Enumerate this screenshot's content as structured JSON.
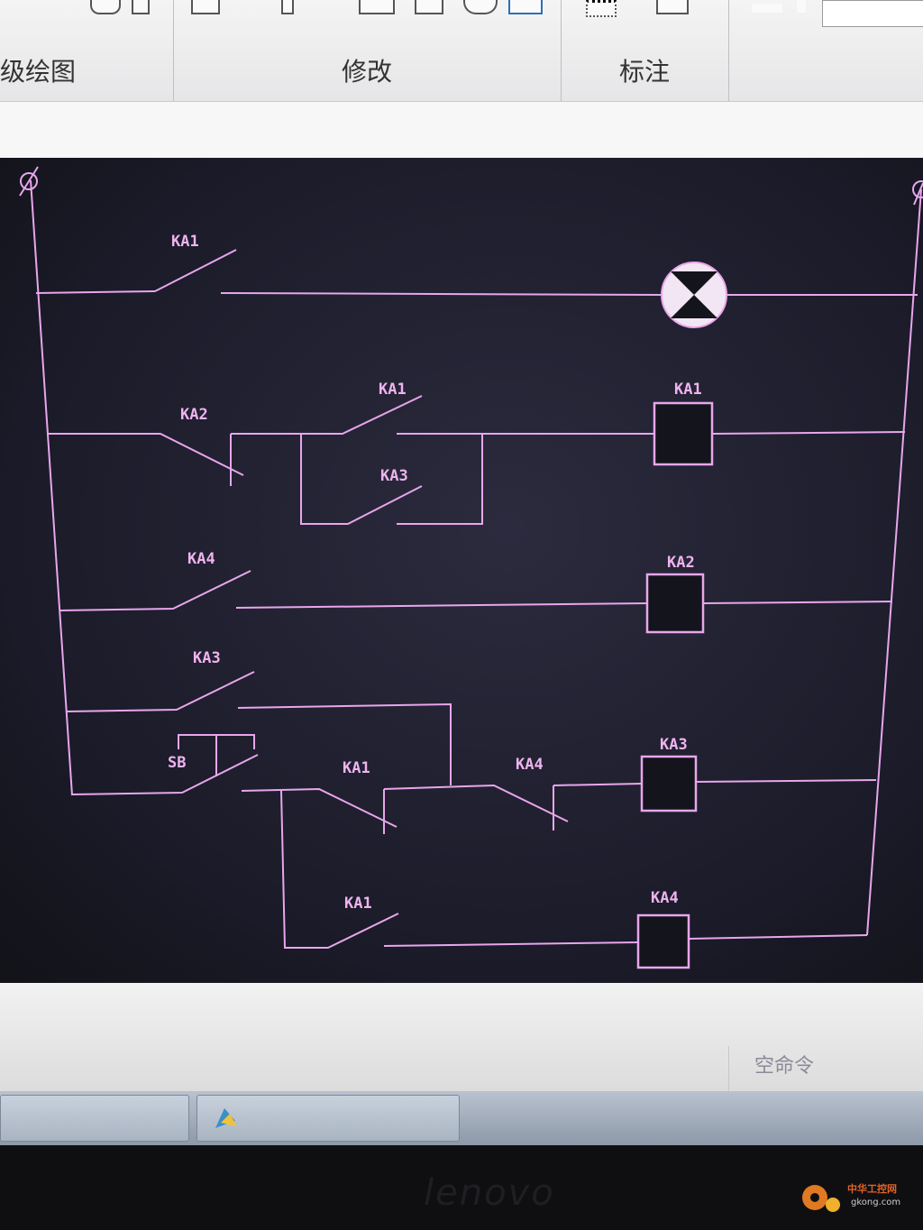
{
  "ribbon": {
    "groups": [
      {
        "label": "级绘图"
      },
      {
        "label": "修改"
      },
      {
        "label": "标注"
      }
    ]
  },
  "diagram": {
    "lamp_row": {
      "contact": "KA1"
    },
    "row2": {
      "contact_nc": "KA2",
      "contact_no_top": "KA1",
      "contact_no_bottom": "KA3",
      "coil": "KA1"
    },
    "row3": {
      "contact": "KA4",
      "coil": "KA2"
    },
    "row4": {
      "contact_top": "KA3",
      "button": "SB",
      "contact_mid": "KA1",
      "contact_right": "KA4",
      "coil": "KA3"
    },
    "row5": {
      "contact": "KA1",
      "coil": "KA4"
    }
  },
  "command": {
    "status": "空命令"
  },
  "monitor": {
    "brand": "lenovo"
  },
  "watermark": {
    "text": "中华工控网",
    "url": "gkong.com"
  },
  "colors": {
    "wire": "#e8a6ec",
    "canvas": "#1f1e2c"
  }
}
